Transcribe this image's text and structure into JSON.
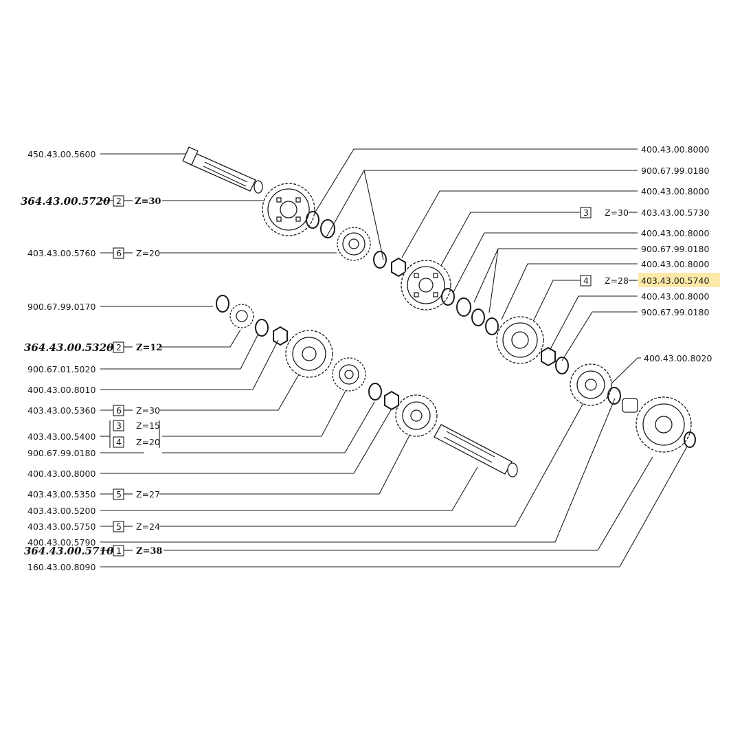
{
  "parts": {
    "p450_5600": "450.43.00.5600",
    "p364_5720": "364.43.00.5720",
    "p403_5760": "403.43.00.5760",
    "p900_0170": "900.67.99.0170",
    "p364_5320": "364.43.00.5320",
    "p900_5020": "900.67.01.5020",
    "p400_8010": "400.43.00.8010",
    "p403_5360": "403.43.00.5360",
    "p403_5400": "403.43.00.5400",
    "p900_0180_left": "900.67.99.0180",
    "p400_8000_left": "400.43.00.8000",
    "p403_5350": "403.43.00.5350",
    "p403_5200": "403.43.00.5200",
    "p403_5750": "403.43.00.5750",
    "p400_5790": "400.43.00.5790",
    "p364_5710": "364.43.00.5710",
    "p160_8090": "160.43.00.8090",
    "r1": "400.43.00.8000",
    "r2": "900.67.99.0180",
    "r3": "400.43.00.8000",
    "r4": "403.43.00.5730",
    "r5": "400.43.00.8000",
    "r6": "900.67.99.0180",
    "r7": "400.43.00.8000",
    "r8": "403.43.00.5740",
    "r9": "400.43.00.8000",
    "r10": "900.67.99.0180",
    "r11": "400.43.00.8020"
  },
  "groups": {
    "g1": "1",
    "g2": "2",
    "g3": "3",
    "g4": "4",
    "g5": "5",
    "g6": "6"
  },
  "teeth": {
    "z30": "Z=30",
    "z20": "Z=20",
    "z12": "Z=12",
    "z15": "Z=15",
    "z27": "Z=27",
    "z24": "Z=24",
    "z38": "Z=38",
    "z28": "Z=28"
  },
  "colors": {
    "highlight": "#fde9a8",
    "ink": "#1a1a1a"
  }
}
